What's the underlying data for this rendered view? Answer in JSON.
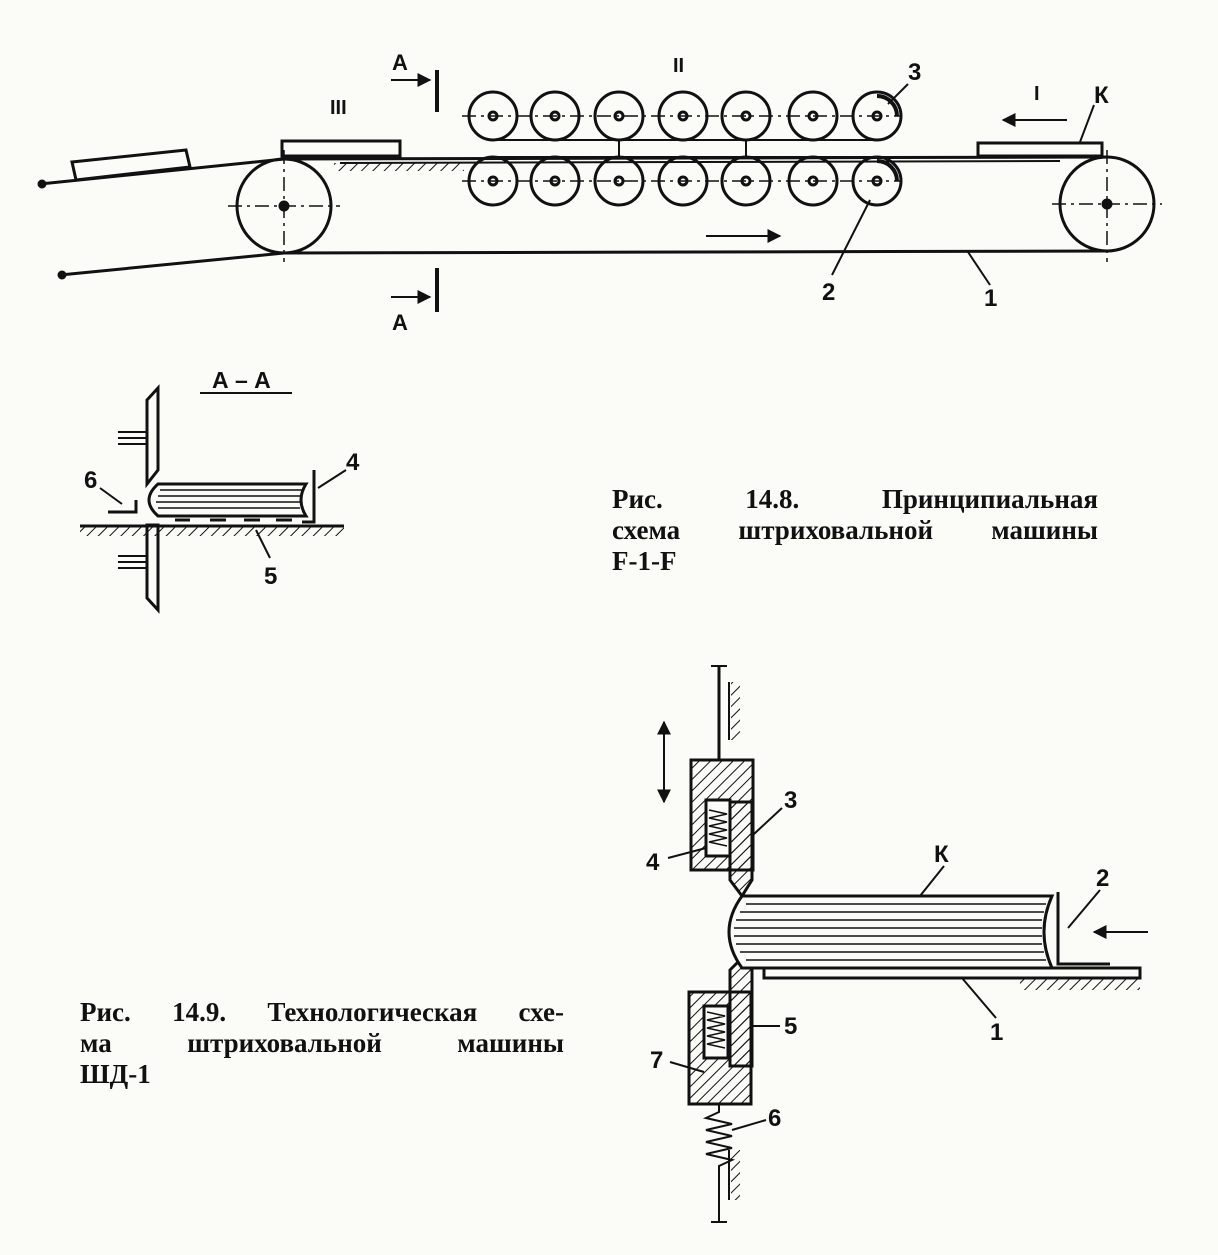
{
  "fig148": {
    "section_label_top": "А",
    "section_label_bottom": "А",
    "zone_labels": {
      "zone1": "I",
      "zone2": "II",
      "zone3": "III"
    },
    "part_labels": {
      "k": "К",
      "p1": "1",
      "p2": "2",
      "p3": "3"
    },
    "caption_lines": [
      "Рис. 14.8. Принципиальная",
      "схема штриховальной машины",
      "F-1-F"
    ]
  },
  "section_view": {
    "title": "А – А",
    "part_labels": {
      "p4": "4",
      "p5": "5",
      "p6": "6"
    }
  },
  "fig149": {
    "caption_lines": [
      "Рис. 14.9. Технологическая схе-",
      "ма штриховальной машины",
      "ШД-1"
    ],
    "part_labels": {
      "k": "К",
      "p1": "1",
      "p2": "2",
      "p3": "3",
      "p4": "4",
      "p5": "5",
      "p6": "6",
      "p7": "7"
    }
  }
}
